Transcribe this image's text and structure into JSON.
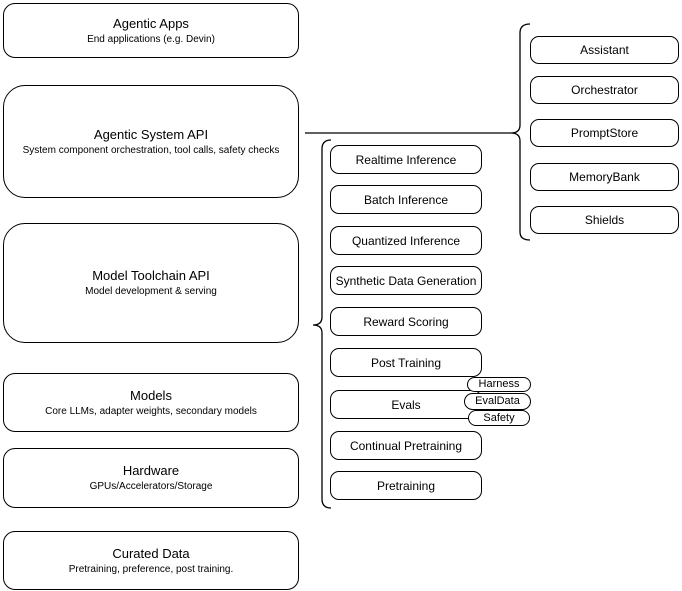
{
  "stack": [
    {
      "title": "Agentic Apps",
      "subtitle": "End applications (e.g. Devin)"
    },
    {
      "title": "Agentic System API",
      "subtitle": "System component orchestration, tool calls, safety checks"
    },
    {
      "title": "Model Toolchain API",
      "subtitle": "Model development & serving"
    },
    {
      "title": "Models",
      "subtitle": "Core LLMs, adapter weights, secondary models"
    },
    {
      "title": "Hardware",
      "subtitle": "GPUs/Accelerators/Storage"
    },
    {
      "title": "Curated Data",
      "subtitle": "Pretraining, preference, post training."
    }
  ],
  "toolchain_items": [
    "Realtime Inference",
    "Batch Inference",
    "Quantized Inference",
    "Synthetic Data Generation",
    "Reward Scoring",
    "Post Training",
    "Evals",
    "Continual Pretraining",
    "Pretraining"
  ],
  "eval_tags": [
    "Harness",
    "EvalData",
    "Safety"
  ],
  "system_components": [
    "Assistant",
    "Orchestrator",
    "PromptStore",
    "MemoryBank",
    "Shields"
  ],
  "colors": {
    "stroke": "#000000",
    "background": "#ffffff"
  }
}
